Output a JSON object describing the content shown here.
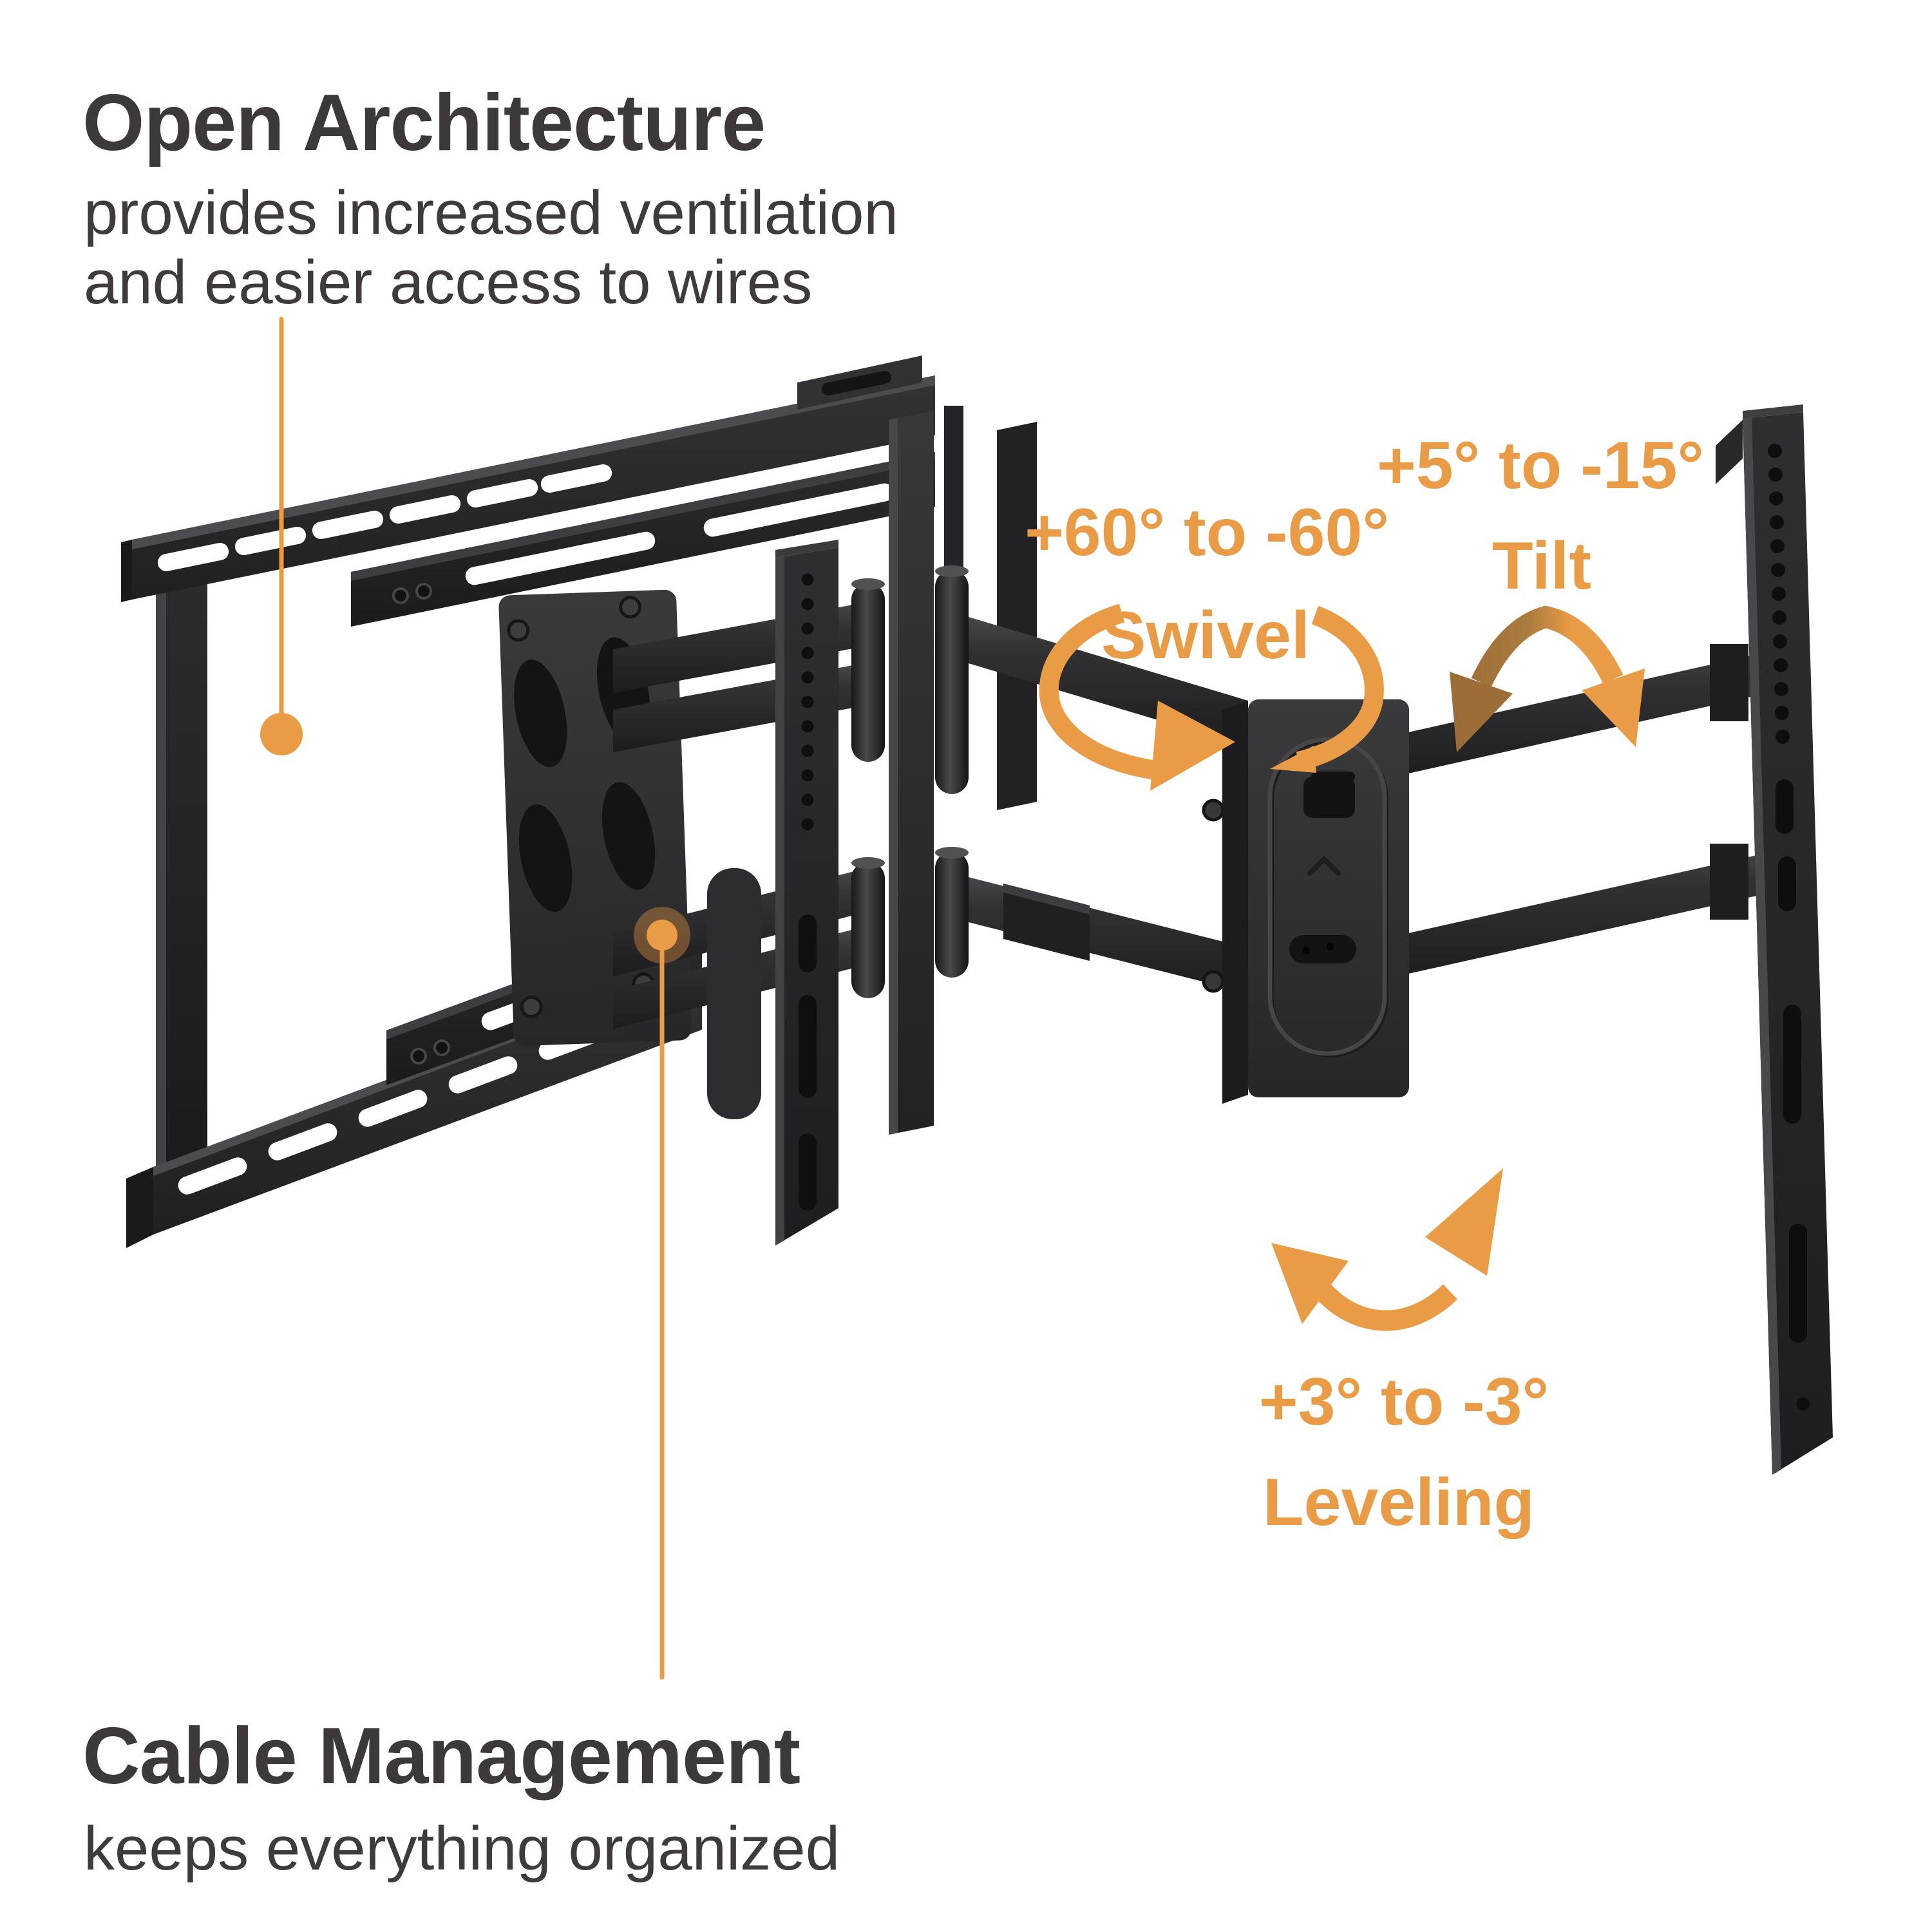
{
  "accent_color": "#EA9B45",
  "text_color": "#3E3939",
  "callouts": {
    "open_architecture": {
      "title": "Open Architecture",
      "description_line1": "provides increased ventilation",
      "description_line2": "and easier access to wires",
      "pointer_icon": "callout-dot-line-icon"
    },
    "cable_management": {
      "title": "Cable Management",
      "description": "keeps everything organized",
      "pointer_icon": "callout-dot-line-icon"
    }
  },
  "features": {
    "swivel": {
      "range": "+60° to -60°",
      "label": "Swivel",
      "icon": "swivel-rotate-arrow-icon"
    },
    "tilt": {
      "range": "+5° to -15°",
      "label": "Tilt",
      "icon": "tilt-arch-arrow-icon"
    },
    "leveling": {
      "range": "+3° to -3°",
      "label": "Leveling",
      "icon": "leveling-curve-arrow-icon"
    }
  }
}
